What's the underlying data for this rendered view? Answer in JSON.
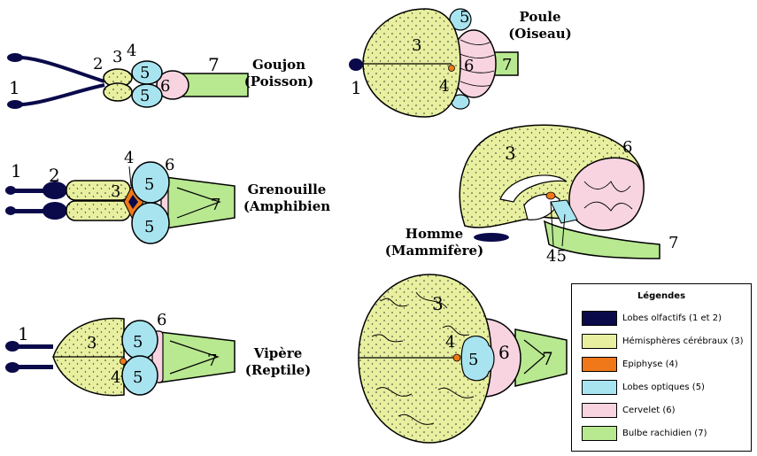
{
  "colors": {
    "olfactif": "#0a0a4a",
    "hemispheres": "#e8f0a0",
    "epiphyse": "#f07818",
    "optiques": "#a8e4f0",
    "cervelet": "#f8d4e0",
    "bulbe": "#b8e890"
  },
  "brains": [
    {
      "id": "goujon",
      "caption_line1": "Goujon",
      "caption_line2": "(Poisson)"
    },
    {
      "id": "grenouille",
      "caption_line1": "Grenouille",
      "caption_line2": "(Amphibien"
    },
    {
      "id": "vipere",
      "caption_line1": "Vipère",
      "caption_line2": "(Reptile)"
    },
    {
      "id": "poule",
      "caption_line1": "Poule",
      "caption_line2": "(Oiseau)"
    },
    {
      "id": "homme",
      "caption_line1": "Homme",
      "caption_line2": "(Mammifère)"
    }
  ],
  "numbers": {
    "n1": "1",
    "n2": "2",
    "n3": "3",
    "n4": "4",
    "n5": "5",
    "n6": "6",
    "n7": "7",
    "n45": "45"
  },
  "legend": {
    "title": "Légendes",
    "items": [
      {
        "label": "Lobes olfactifs (1 et 2)",
        "color_key": "olfactif"
      },
      {
        "label": "Hémisphères cérébraux (3)",
        "color_key": "hemispheres"
      },
      {
        "label": "Epiphyse (4)",
        "color_key": "epiphyse"
      },
      {
        "label": "Lobes optiques (5)",
        "color_key": "optiques"
      },
      {
        "label": "Cervelet (6)",
        "color_key": "cervelet"
      },
      {
        "label": "Bulbe rachidien (7)",
        "color_key": "bulbe"
      }
    ]
  }
}
